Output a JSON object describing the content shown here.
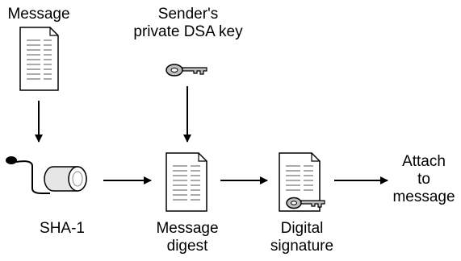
{
  "labels": {
    "message": "Message",
    "sender_key_line1": "Sender's",
    "sender_key_line2": "private DSA key",
    "hash": "SHA-1",
    "digest_line1": "Message",
    "digest_line2": "digest",
    "signature_line1": "Digital",
    "signature_line2": "signature",
    "attach_line1": "Attach",
    "attach_line2": "to",
    "attach_line3": "message"
  },
  "icons": {
    "message": "document-icon",
    "key": "key-icon",
    "hash": "hash-cylinder-icon",
    "digest": "document-icon",
    "signature": "signed-document-icon"
  },
  "colors": {
    "line": "#000000",
    "paper": "#ffffff",
    "text_lines": "#555555",
    "cylinder_fill": "#e6e6e6",
    "key_fill": "#bfbfbf"
  }
}
